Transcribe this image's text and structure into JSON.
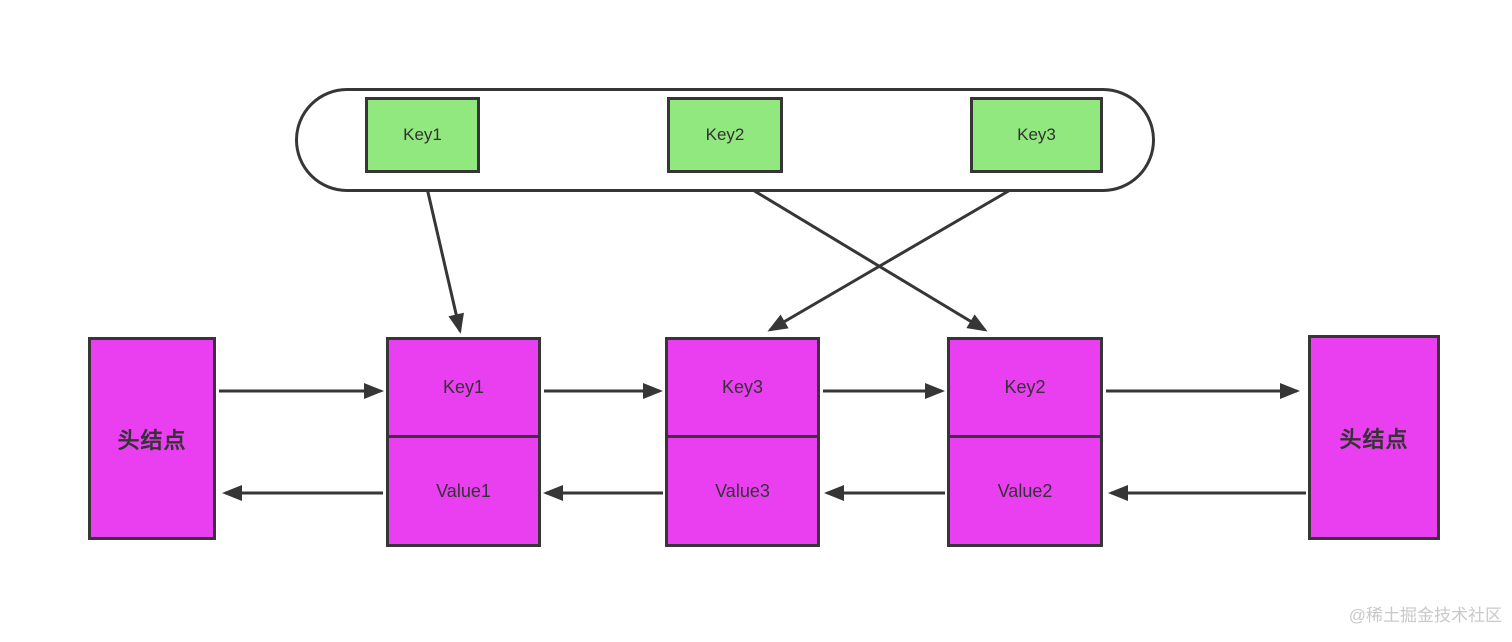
{
  "diagram": {
    "bucket": {
      "keys": [
        {
          "label": "Key1"
        },
        {
          "label": "Key2"
        },
        {
          "label": "Key3"
        }
      ]
    },
    "list": {
      "head_left_label": "头结点",
      "head_right_label": "头结点",
      "nodes": [
        {
          "key": "Key1",
          "value": "Value1"
        },
        {
          "key": "Key3",
          "value": "Value3"
        },
        {
          "key": "Key2",
          "value": "Value2"
        }
      ]
    },
    "edges": [
      {
        "name": "head-left-to-node1-next",
        "p": [
          219,
          391,
          381,
          391
        ]
      },
      {
        "name": "node1-to-node2-next",
        "p": [
          544,
          391,
          660,
          391
        ]
      },
      {
        "name": "node2-to-node3-next",
        "p": [
          823,
          391,
          942,
          391
        ]
      },
      {
        "name": "node3-to-head-right-next",
        "p": [
          1106,
          391,
          1297,
          391
        ]
      },
      {
        "name": "node1-to-head-left-prev",
        "p": [
          383,
          493,
          225,
          493
        ]
      },
      {
        "name": "node2-to-node1-prev",
        "p": [
          663,
          493,
          546,
          493
        ]
      },
      {
        "name": "node3-to-node2-prev",
        "p": [
          945,
          493,
          827,
          493
        ]
      },
      {
        "name": "head-right-to-node3-prev",
        "p": [
          1306,
          493,
          1111,
          493
        ]
      },
      {
        "name": "bucket-key1-to-node1",
        "p": [
          424,
          175,
          460,
          331
        ]
      },
      {
        "name": "bucket-key2-to-node3",
        "p": [
          728,
          175,
          985,
          330
        ]
      },
      {
        "name": "bucket-key3-to-node2",
        "p": [
          1036,
          175,
          770,
          330
        ]
      }
    ],
    "colors": {
      "key_fill": "#90e87e",
      "node_fill": "#e93ff0",
      "stroke": "#363636",
      "text": "#333333",
      "watermark_color": "#c9c9c9"
    },
    "watermark": "@稀土掘金技术社区"
  }
}
